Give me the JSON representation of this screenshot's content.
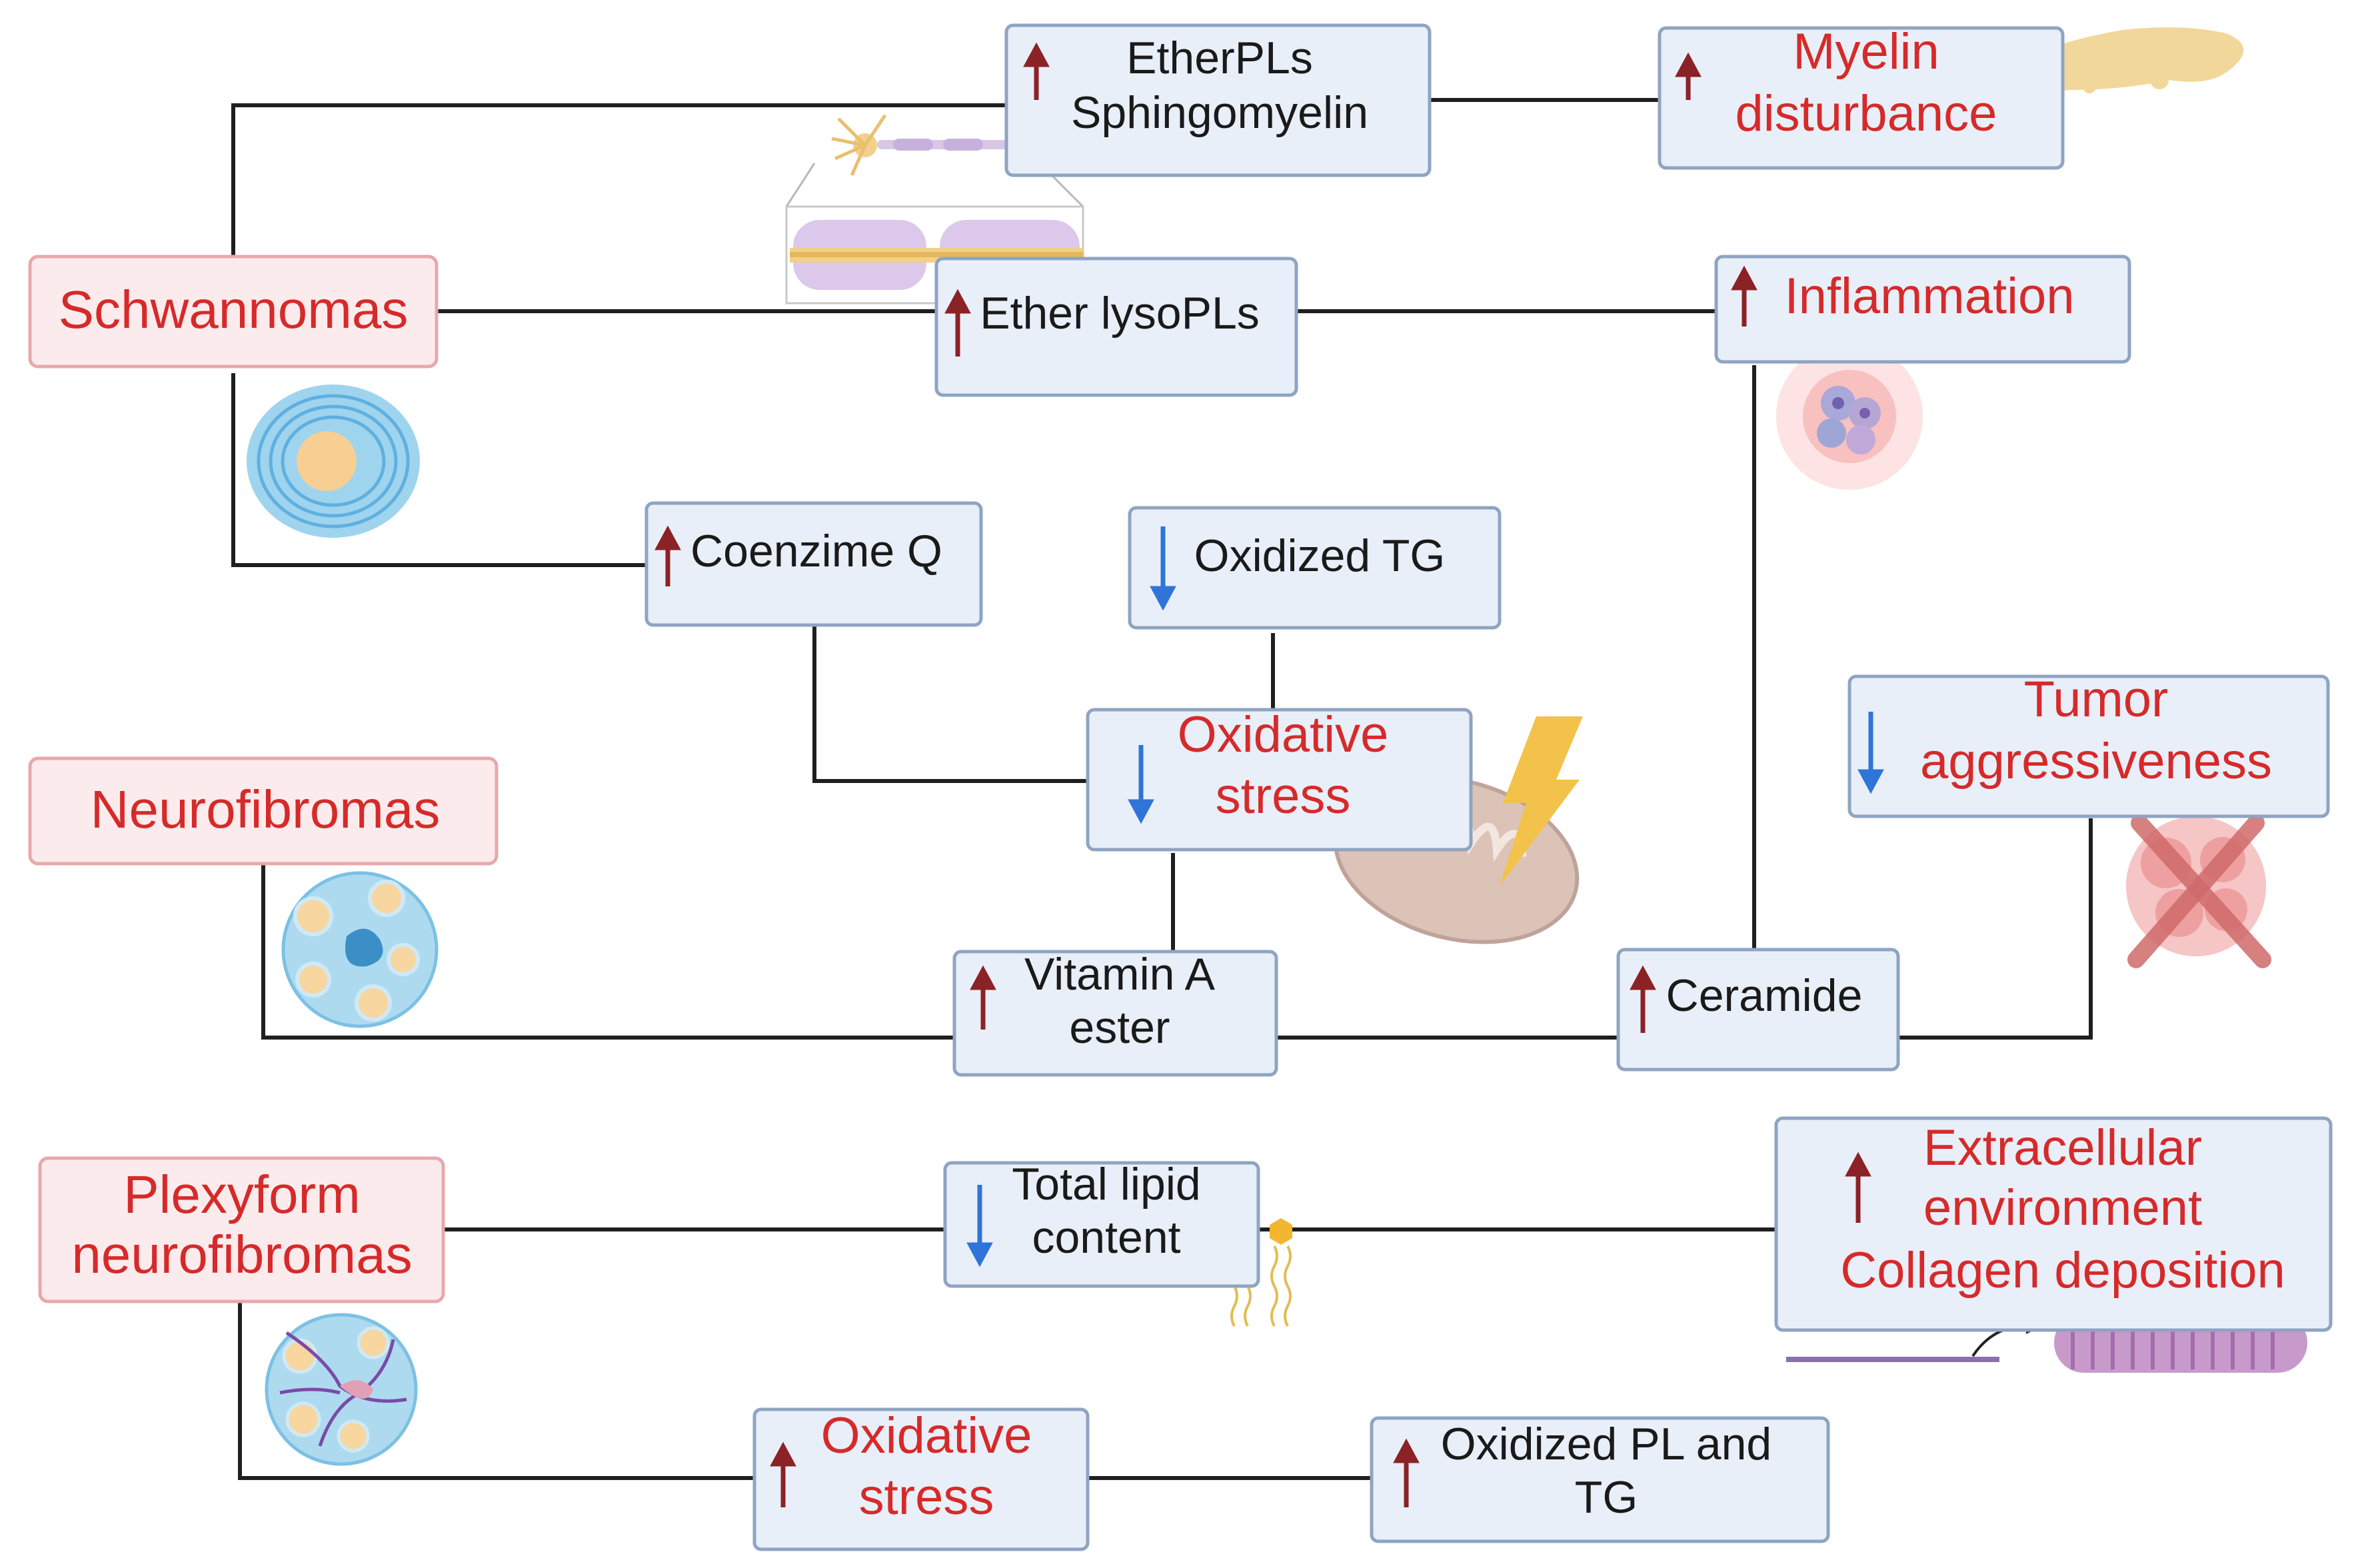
{
  "diagrams": {
    "diseases": [
      {
        "id": "schwannomas",
        "label": "Schwannomas"
      },
      {
        "id": "neurofibromas",
        "label": "Neurofibromas"
      },
      {
        "id": "plexyform",
        "lines": [
          "Plexyform",
          "neurofibromas"
        ]
      }
    ],
    "nodes": {
      "etherpls": {
        "lines": [
          "EtherPLs",
          "Sphingomyelin"
        ],
        "arrow": "up"
      },
      "myelin": {
        "lines": [
          "Myelin",
          "disturbance"
        ],
        "arrow": "up"
      },
      "ether_lysopls": {
        "lines": [
          "Ether lysoPLs"
        ],
        "arrow": "up"
      },
      "inflammation": {
        "lines": [
          "Inflammation"
        ],
        "arrow": "up"
      },
      "coenzime_q": {
        "lines": [
          "Coenzime Q"
        ],
        "arrow": "up"
      },
      "oxidized_tg": {
        "lines": [
          "Oxidized TG"
        ],
        "arrow": "down"
      },
      "oxidative_stress_1": {
        "lines": [
          "Oxidative",
          "stress"
        ],
        "arrow": "down"
      },
      "tumor_aggr": {
        "lines": [
          "Tumor",
          "aggressiveness"
        ],
        "arrow": "down"
      },
      "vitamin_a": {
        "lines": [
          "Vitamin A",
          "ester"
        ],
        "arrow": "up"
      },
      "ceramide": {
        "lines": [
          "Ceramide"
        ],
        "arrow": "up"
      },
      "total_lipid": {
        "lines": [
          "Total lipid",
          "content"
        ],
        "arrow": "down"
      },
      "extracellular": {
        "lines": [
          "Extracellular",
          "environment",
          "Collagen deposition"
        ],
        "arrow": "up"
      },
      "oxidative_stress_2": {
        "lines": [
          "Oxidative",
          "stress"
        ],
        "arrow": "up"
      },
      "oxidized_pl_tg": {
        "lines": [
          "Oxidized PL and",
          "TG"
        ],
        "arrow": "up"
      }
    },
    "colors": {
      "effect_text": "#d62a2a",
      "up_arrow": "#8b2226",
      "down_arrow": "#2f74d8",
      "box_fill": "#e9eff8",
      "disease_fill": "#fcebec"
    },
    "icons": [
      "schwann-cell-icon",
      "neuron-icon",
      "myelin-sheath-icon",
      "myelin-fragment-icon",
      "immune-cells-icon",
      "neurofibroma-cell-icon",
      "mitochondria-icon",
      "lightning-icon",
      "tumor-cross-icon",
      "plexiform-cell-icon",
      "phospholipid-icon",
      "collagen-fiber-icon"
    ]
  }
}
